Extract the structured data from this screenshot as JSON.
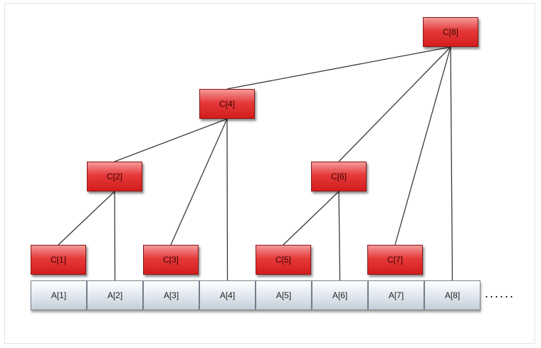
{
  "tree_nodes": [
    {
      "id": "c1",
      "label": "C[1]"
    },
    {
      "id": "c2",
      "label": "C[2]"
    },
    {
      "id": "c3",
      "label": "C[3]"
    },
    {
      "id": "c4",
      "label": "C[4]"
    },
    {
      "id": "c5",
      "label": "C[5]"
    },
    {
      "id": "c6",
      "label": "C[6]"
    },
    {
      "id": "c7",
      "label": "C[7]"
    },
    {
      "id": "c8",
      "label": "C[8]"
    }
  ],
  "array_cells": [
    "A[1]",
    "A[2]",
    "A[3]",
    "A[4]",
    "A[5]",
    "A[6]",
    "A[7]",
    "A[8]"
  ],
  "continuation": "......",
  "connections": [
    {
      "from": "c8",
      "to": "c4"
    },
    {
      "from": "c8",
      "to": "c6"
    },
    {
      "from": "c8",
      "to": "c7"
    },
    {
      "from": "c8",
      "to": "a8"
    },
    {
      "from": "c4",
      "to": "c2"
    },
    {
      "from": "c4",
      "to": "c3"
    },
    {
      "from": "c4",
      "to": "a4"
    },
    {
      "from": "c2",
      "to": "c1"
    },
    {
      "from": "c2",
      "to": "a2"
    },
    {
      "from": "c6",
      "to": "c5"
    },
    {
      "from": "c6",
      "to": "a6"
    }
  ],
  "colors": {
    "node_fill": "#e63a3a",
    "cell_fill": "#dfe6ee",
    "edge": "#3a3a3a"
  }
}
